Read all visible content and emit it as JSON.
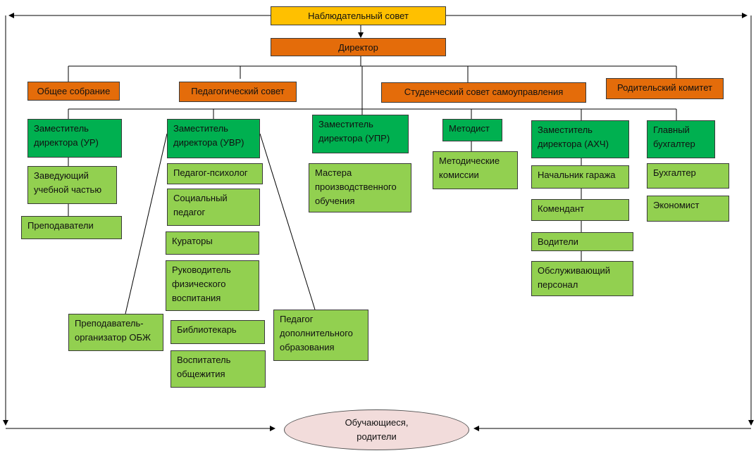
{
  "nodes": {
    "supervisory_board": "Наблюдательный совет",
    "director": "Директор",
    "general_meeting": "Общее собрание",
    "pedagogical_council": "Педагогический совет",
    "student_council": "Студенческий совет самоуправления",
    "parent_committee": "Родительский комитет",
    "deputy_ur": "Заместитель директора (УР)",
    "head_academic": "Заведующий учебной частью",
    "teachers": "Преподаватели",
    "deputy_uvr": "Заместитель директора (УВР)",
    "psychologist": "Педагог-психолог",
    "social_teacher": "Социальный педагог",
    "curators": "Кураторы",
    "pe_head": "Руководитель физического воспитания",
    "librarian": "Библиотекарь",
    "dorm_educator": "Воспитатель общежития",
    "obzh_teacher": "Преподаватель-организатор ОБЖ",
    "extra_education": "Педагог дополнительного образования",
    "deputy_upr": "Заместитель директора (УПР)",
    "production_masters": "Мастера производственного обучения",
    "methodist": "Методист",
    "method_commissions": "Методические комиссии",
    "deputy_ahch": "Заместитель директора (АХЧ)",
    "garage_head": "Начальник гаража",
    "commandant": "Комендант",
    "drivers": "Водители",
    "service_staff": "Обслуживающий персонал",
    "chief_accountant": "Главный бухгалтер",
    "accountant": "Бухгалтер",
    "economist": "Экономист",
    "students_parents": "Обучающиеся, родители"
  },
  "colors": {
    "top": "#ffc000",
    "council": "#e46c0a",
    "deputy": "#00b050",
    "staff": "#92d050",
    "ellipse": "#f2dcdb"
  }
}
